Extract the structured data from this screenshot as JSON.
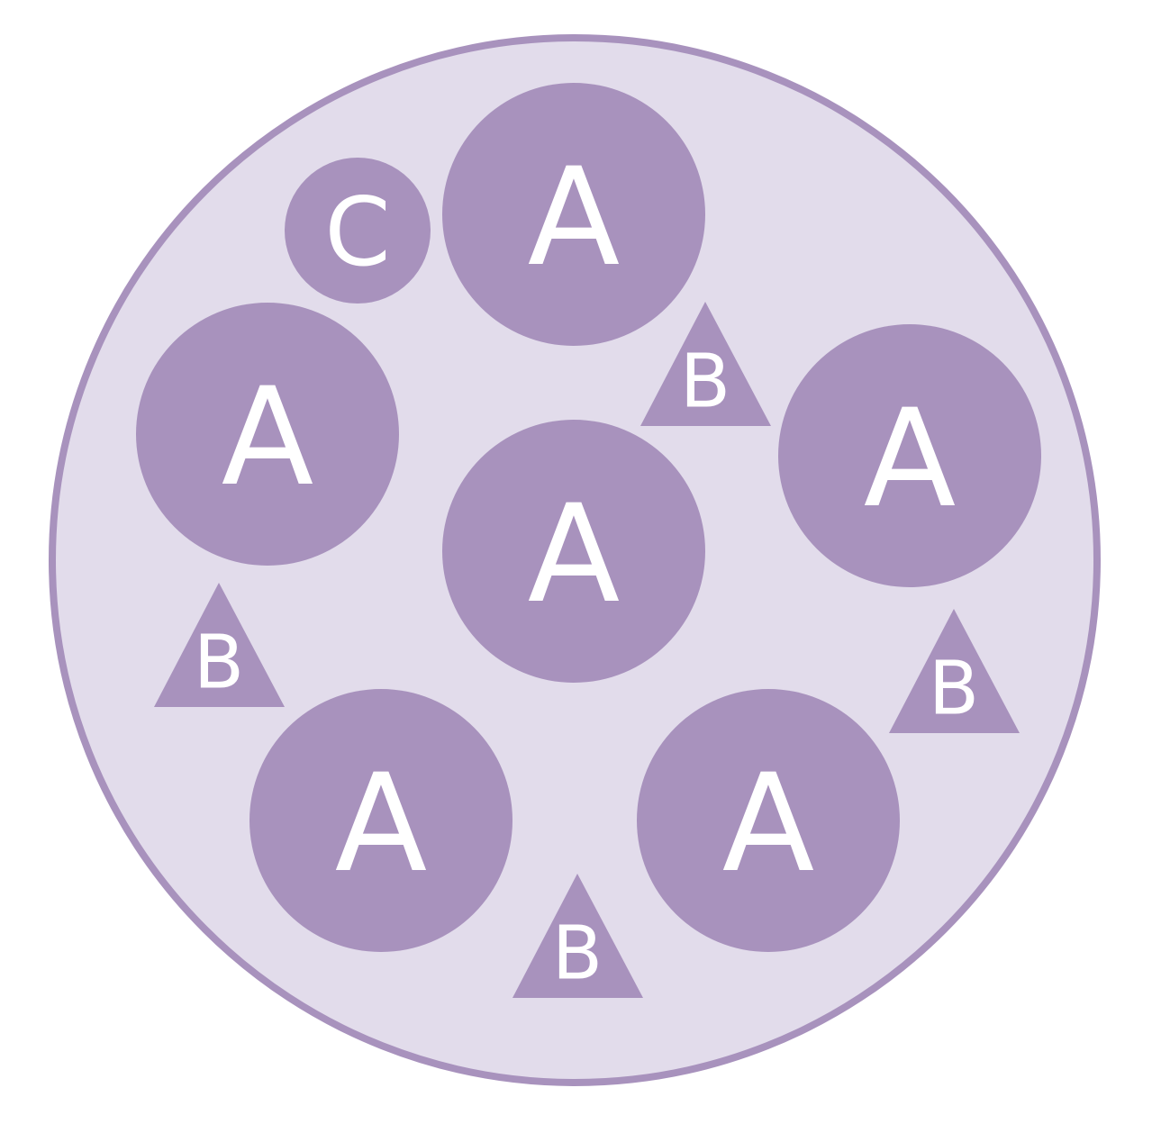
{
  "colors": {
    "background": "#ffffff",
    "container_fill": "#e2dceb",
    "container_stroke": "#a892bd",
    "shape_fill": "#a892bd",
    "label_color": "#ffffff"
  },
  "diagram": {
    "container": {
      "shape": "circle"
    },
    "large_circles": [
      {
        "label": "A"
      },
      {
        "label": "A"
      },
      {
        "label": "A"
      },
      {
        "label": "A"
      },
      {
        "label": "A"
      },
      {
        "label": "A"
      }
    ],
    "small_circle": {
      "label": "C"
    },
    "triangles": [
      {
        "label": "B"
      },
      {
        "label": "B"
      },
      {
        "label": "B"
      },
      {
        "label": "B"
      }
    ]
  }
}
